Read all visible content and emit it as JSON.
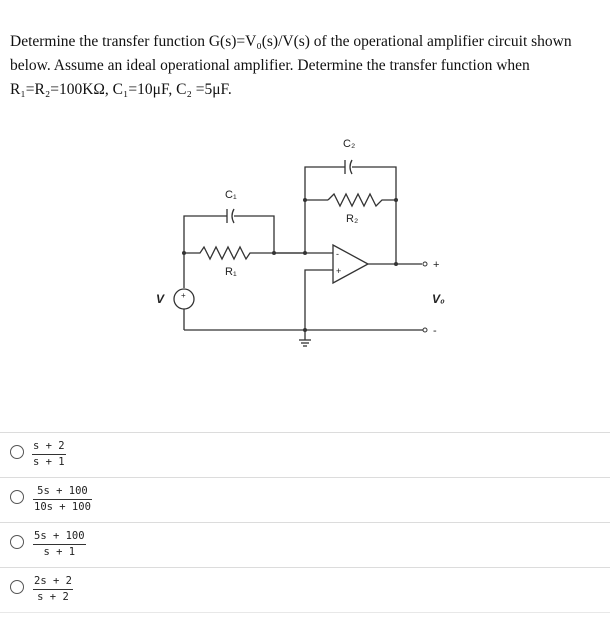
{
  "question": {
    "line1": "Determine the transfer function G(s)=V₀(s)/V(s) of the operational amplifier circuit shown",
    "line2": "below. Assume an ideal operational amplifier. Determine the transfer function when",
    "line3": "R₁=R₂=100KΩ, C₁=10μF, C₂ =5μF."
  },
  "circuit": {
    "c1_label": "C₁",
    "c2_label": "C₂",
    "r1_label": "R₁",
    "r2_label": "R₂",
    "source_label": "V",
    "output_label": "V₀",
    "plus_label": "+",
    "minus_label": "-",
    "opamp_minus": "-",
    "opamp_plus": "+",
    "source_plus": "+"
  },
  "options": [
    {
      "numerator": "s + 2",
      "denominator": "s + 1"
    },
    {
      "numerator": "5s + 100",
      "denominator": "10s + 100"
    },
    {
      "numerator": "5s + 100",
      "denominator": "s + 1"
    },
    {
      "numerator": "2s + 2",
      "denominator": "s + 2"
    }
  ]
}
